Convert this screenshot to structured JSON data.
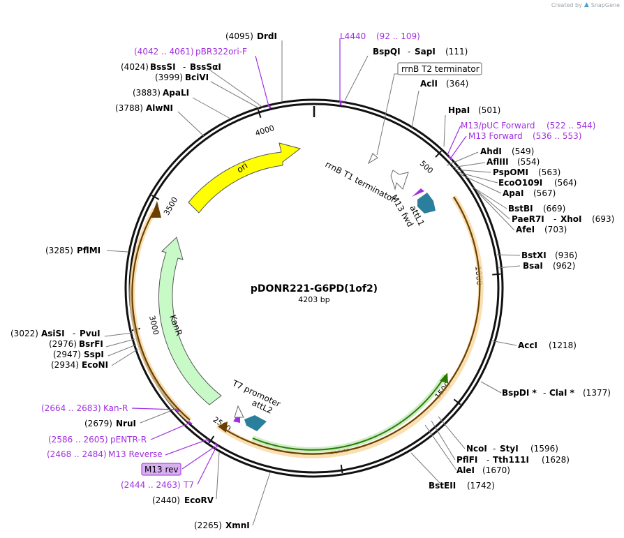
{
  "watermark": {
    "created_by": "Created by",
    "brand": "SnapGene"
  },
  "title": "pDONR221-G6PD(1of2)",
  "length": "4203 bp",
  "ticks": [
    "500",
    "1000",
    "1500",
    "2000",
    "2500",
    "3000",
    "3500",
    "4000"
  ],
  "features": {
    "ori": "ori",
    "kanr": "KanR",
    "rrnb_t1": "rrnB T1 terminator",
    "rrnb_t2": "rrnB T2 terminator",
    "attl1": "attL1",
    "attl2": "attL2",
    "m13_fwd": "M13 fwd",
    "t7_promoter": "T7 promoter",
    "m13_rev": "M13 rev"
  },
  "sites": {
    "drdi": {
      "name": "DrdI",
      "pos": "(4095)"
    },
    "bssi": {
      "name": "BssSI",
      "name2": "BssSαI",
      "pos": "(4024)"
    },
    "bcivi": {
      "name": "BciVI",
      "pos": "(3999)"
    },
    "apali": {
      "name": "ApaLI",
      "pos": "(3883)"
    },
    "alwni": {
      "name": "AlwNI",
      "pos": "(3788)"
    },
    "pflmi": {
      "name": "PflMI",
      "pos": "(3285)"
    },
    "asisi": {
      "name": "AsiSI",
      "name2": "PvuI",
      "pos": "(3022)"
    },
    "bsrfi": {
      "name": "BsrFI",
      "pos": "(2976)"
    },
    "sspi": {
      "name": "SspI",
      "pos": "(2947)"
    },
    "econi": {
      "name": "EcoNI",
      "pos": "(2934)"
    },
    "nrui": {
      "name": "NruI",
      "pos": "(2679)"
    },
    "ecorv": {
      "name": "EcoRV",
      "pos": "(2440)"
    },
    "xmni": {
      "name": "XmnI",
      "pos": "(2265)"
    },
    "bspqi": {
      "name": "BspQI",
      "name2": "SapI",
      "pos": "(111)"
    },
    "acli": {
      "name": "AclI",
      "pos": "(364)"
    },
    "hpai": {
      "name": "HpaI",
      "pos": "(501)"
    },
    "ahdi": {
      "name": "AhdI",
      "pos": "(549)"
    },
    "aflii": {
      "name": "AflIII",
      "pos": "(554)"
    },
    "pspomi": {
      "name": "PspOMI",
      "pos": "(563)"
    },
    "eco0109i": {
      "name": "EcoO109I",
      "pos": "(564)"
    },
    "apai": {
      "name": "ApaI",
      "pos": "(567)"
    },
    "bstbi": {
      "name": "BstBI",
      "pos": "(669)"
    },
    "paer7i": {
      "name": "PaeR7I",
      "name2": "XhoI",
      "pos": "(693)",
      "pos2": "(693)"
    },
    "afei": {
      "name": "AfeI",
      "pos": "(703)"
    },
    "bstxi": {
      "name": "BstXI",
      "pos": "(936)"
    },
    "bsai": {
      "name": "BsaI",
      "pos": "(962)"
    },
    "acci": {
      "name": "AccI",
      "pos": "(1218)"
    },
    "bspdi": {
      "name": "BspDI *",
      "name2": "ClaI *",
      "pos": "(1377)"
    },
    "ncoi": {
      "name": "NcoI",
      "name2": "StyI",
      "pos": "(1596)"
    },
    "pflfi": {
      "name": "PflFI",
      "name2": "Tth111I",
      "pos": "(1628)"
    },
    "alei": {
      "name": "AleI",
      "pos": "(1670)"
    },
    "bsteii": {
      "name": "BstEII",
      "pos": "(1742)"
    }
  },
  "primers": {
    "l4440": {
      "name": "L4440",
      "range": "(92 .. 109)"
    },
    "pbr322": {
      "name": "pBR322ori-F",
      "range": "(4042 .. 4061)"
    },
    "m13puc": {
      "name": "M13/pUC Forward",
      "range": "(522 .. 544)"
    },
    "m13f": {
      "name": "M13 Forward",
      "range": "(536 .. 553)"
    },
    "kanr": {
      "name": "Kan-R",
      "range": "(2664 .. 2683)"
    },
    "pentr": {
      "name": "pENTR-R",
      "range": "(2586 .. 2605)"
    },
    "m13r": {
      "name": "M13 Reverse",
      "range": "(2468 .. 2484)"
    },
    "t7": {
      "name": "T7",
      "range": "(2444 .. 2463)"
    }
  },
  "colors": {
    "backbone": "#111111",
    "ori": "#ffff00",
    "kanr": "#c8fac8",
    "insert": "#f7a800",
    "orf_green": "#2a7a00",
    "att": "#2a7f9c",
    "primer": "#a12ee0",
    "m13rev_fill": "#d8b0f0"
  }
}
